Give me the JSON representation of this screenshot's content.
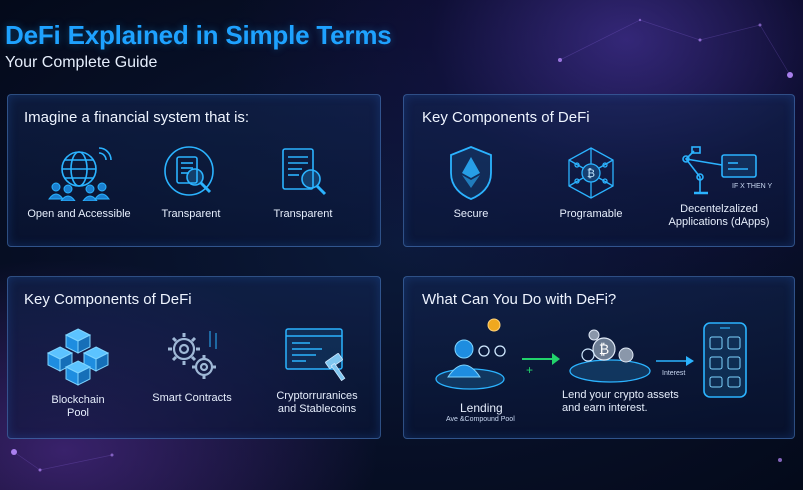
{
  "header": {
    "title": "DeFi Explained in Simple Terms",
    "subtitle": "Your Complete Guide"
  },
  "panel1": {
    "title": "Imagine a financial system that is:",
    "items": [
      {
        "label": "Open and Accessible",
        "icon": "global-network-icon"
      },
      {
        "label": "Transparent",
        "icon": "magnifier-document-icon"
      },
      {
        "label": "Transparent",
        "icon": "document-search-icon"
      }
    ]
  },
  "panel2": {
    "title": "Key Components of DeFi",
    "items": [
      {
        "label": "Secure",
        "icon": "ethereum-shield-icon"
      },
      {
        "label": "Programable",
        "icon": "crypto-circuit-icon"
      },
      {
        "label_line1": "Decentelzalized",
        "label_line2": "Applications (dApps)",
        "icon": "robot-arm-icon",
        "caption": "IF X THEN Y"
      }
    ]
  },
  "panel3": {
    "title": "Key Components of DeFi",
    "items": [
      {
        "label_line1": "Blockchain",
        "label_line2": "Pool",
        "icon": "blockchain-cubes-icon"
      },
      {
        "label": "Smart Contracts",
        "icon": "gears-icon"
      },
      {
        "label_line1": "Cryptorruranices",
        "label_line2": "and Stablecoins",
        "icon": "code-gavel-icon"
      }
    ]
  },
  "panel4": {
    "title": "What Can You Do with DeFi?",
    "lending_label": "Lending",
    "lending_sub": "Ave &Compound Pool",
    "plus": "+",
    "desc_line1": "Lend your crypto assets",
    "desc_line2": "and earn interest.",
    "interest_label": "Interest",
    "coin_symbol": "₿"
  },
  "colors": {
    "accent": "#1ea2ff",
    "icon": "#2bb3ff",
    "green": "#22d36b"
  }
}
